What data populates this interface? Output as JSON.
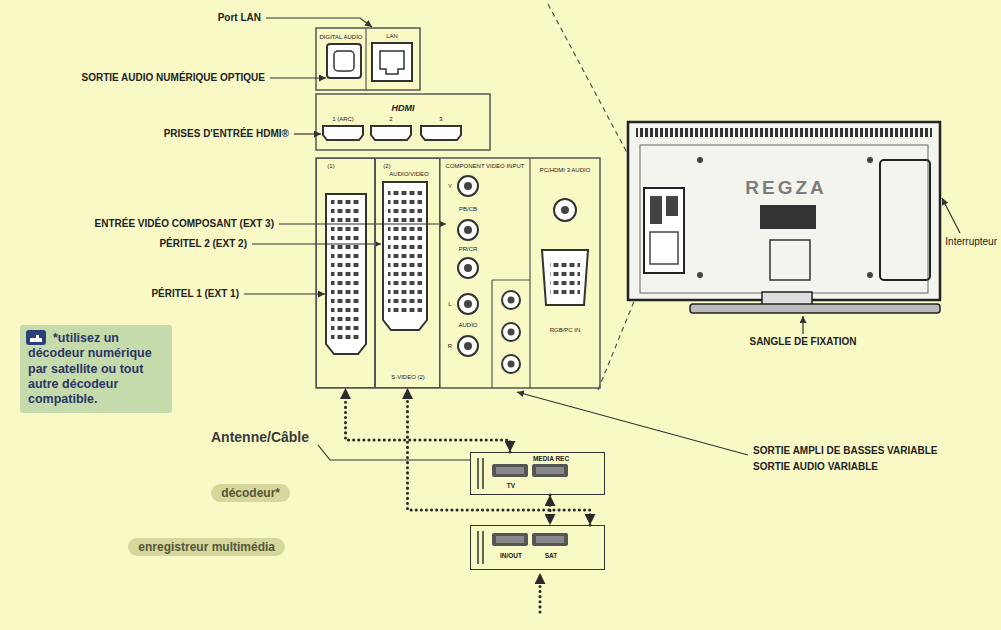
{
  "diagram": {
    "nodes": [
      {
        "text": [
          "(1)"
        ]
      },
      {
        "text": [
          "(2)",
          "AUDIO/VIDEO",
          "S-VIDEO (2)"
        ]
      },
      {
        "text": [
          "*utilisez un décodeur numérique par satellite ou tout autre décodeur compatible."
        ]
      },
      {
        "text": [
          "décodeur*"
        ]
      },
      {
        "text": [
          "MEDIA REC",
          "TV"
        ]
      },
      {
        "text": [
          "enregistreur multimédia"
        ]
      },
      {
        "text": [
          "IN/OUT",
          "SAT"
        ]
      }
    ],
    "edges": [
      {
        "from": 4,
        "to": 0,
        "arrow": "both"
      },
      {
        "from": 6,
        "to": 1,
        "arrow": "both"
      },
      {
        "from": 4,
        "to": 6,
        "arrow": "both"
      }
    ],
    "labels": [
      "Port LAN",
      "DIGITAL AUDIO",
      "LAN",
      "SORTIE AUDIO NUMÉRIQUE OPTIQUE",
      "HDMI",
      "1 (ARC)",
      "2",
      "3",
      "PRISES D'ENTRÉE HDMI®",
      "ENTRÉE VIDÉO COMPOSANT (EXT 3)",
      "COMPONENT VIDEO INPUT",
      "Y",
      "PB/CB",
      "PR/CR",
      "L",
      "AUDIO",
      "R",
      "PC/HDMI 3 AUDIO",
      "RGB/PC IN",
      "PÉRITEL 2 (EXT 2)",
      "PÉRITEL 1 (EXT 1)",
      "REGZA",
      "Interrupteur",
      "SANGLE DE FIXATION",
      "Antenne/Câble",
      "SORTIE AMPLI DE BASSES VARIABLE",
      "SORTIE AUDIO VARIABLE"
    ]
  }
}
